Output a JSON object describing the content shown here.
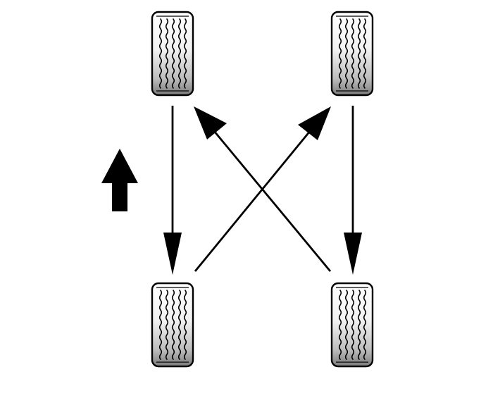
{
  "diagram": {
    "kind": "tire-rotation-pattern",
    "tires": [
      {
        "id": "front-left",
        "label": ""
      },
      {
        "id": "front-right",
        "label": ""
      },
      {
        "id": "rear-left",
        "label": ""
      },
      {
        "id": "rear-right",
        "label": ""
      }
    ],
    "rotations": [
      {
        "from": "front-left",
        "to": "rear-left"
      },
      {
        "from": "front-right",
        "to": "rear-right"
      },
      {
        "from": "rear-left",
        "to": "front-right"
      },
      {
        "from": "rear-right",
        "to": "front-left"
      }
    ],
    "direction_indicator": {
      "icon": "forward-arrow-icon",
      "direction": "up"
    },
    "colors": {
      "ink": "#000000",
      "tire_light": "#ffffff",
      "tire_mid": "#e6e6e6",
      "tire_dark": "#7a7a7a",
      "background": "#ffffff"
    }
  }
}
